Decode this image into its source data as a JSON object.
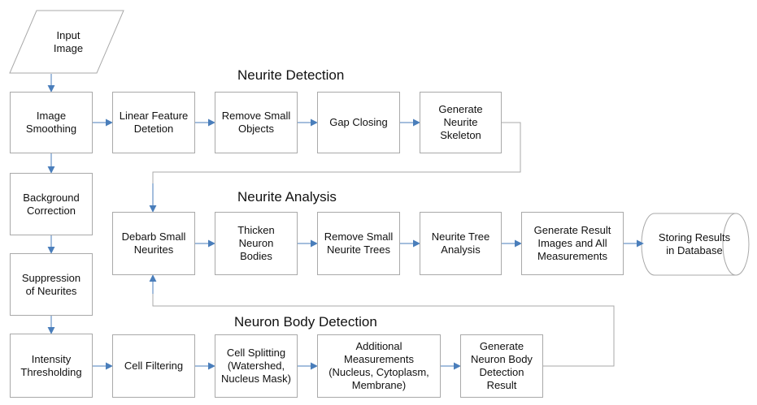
{
  "titles": {
    "neurite_detection": "Neurite Detection",
    "neurite_analysis": "Neurite Analysis",
    "neuron_body_detection": "Neuron Body Detection"
  },
  "nodes": {
    "input_image": "Input\nImage",
    "image_smoothing": "Image\nSmoothing",
    "background_correction": "Background\nCorrection",
    "suppression_of_neurites": "Suppression\nof Neurites",
    "intensity_thresholding": "Intensity\nThresholding",
    "linear_feature_detection": "Linear Feature\nDetetion",
    "remove_small_objects": "Remove Small\nObjects",
    "gap_closing": "Gap Closing",
    "generate_neurite_skeleton": "Generate\nNeurite\nSkeleton",
    "debarb_small_neurites": "Debarb Small\nNeurites",
    "thicken_neuron_bodies": "Thicken\nNeuron\nBodies",
    "remove_small_neurite_trees": "Remove Small\nNeurite Trees",
    "neurite_tree_analysis": "Neurite Tree\nAnalysis",
    "generate_result_images": "Generate Result\nImages and All\nMeasurements",
    "storing_results": "Storing Results\nin Database",
    "cell_filtering": "Cell Filtering",
    "cell_splitting": "Cell Splitting\n(Watershed,\nNucleus Mask)",
    "additional_measurements": "Additional\nMeasurements\n(Nucleus, Cytoplasm,\nMembrane)",
    "generate_neuron_body_detection_result": "Generate\nNeuron Body\nDetection\nResult"
  },
  "colors": {
    "arrow": "#4a7ebb",
    "line": "#a9a9a9",
    "box_border": "#a9a9a9"
  }
}
